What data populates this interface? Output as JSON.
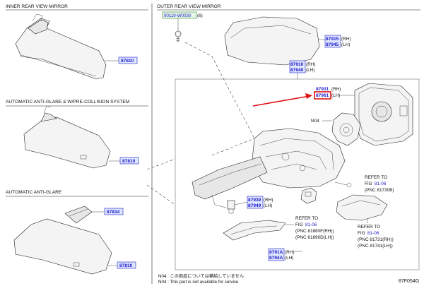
{
  "sections": {
    "inner": "INNER REAR VIEW MIRROR",
    "outer": "OUTER REAR VIEW MIRROR",
    "anti_glare_pcs": "AUTOMATIC ANTI-GLARE & W/PRE-COLLISION SYSTEM",
    "anti_glare": "AUTOMATIC ANTI-GLARE"
  },
  "parts": {
    "p87810_a": "87810",
    "p87810_b": "87810",
    "p87810_c": "87810",
    "p87834": "87834",
    "p90119": "90119-W0030",
    "p90119_suffix": "(6)",
    "p87915": "87915",
    "p87915_s": "(RH)",
    "p87945": "87945",
    "p87945_s": "(LH)",
    "p87910": "87910",
    "p87910_s": "(RH)",
    "p87940": "87940",
    "p87940_s": "(LH)",
    "p87931": "87931",
    "p87931_s": "(RH)",
    "p87961": "87961",
    "p87961_s": "(LH)",
    "p87939": "87939",
    "p87939_s": "(RH)",
    "p87949": "87949",
    "p87949_s": "(LH)",
    "p8791a": "8791A",
    "p8791a_s": "(RH)",
    "p8794a": "8794A",
    "p8794a_s": "(LH)",
    "n04": "N04"
  },
  "refs": [
    {
      "line1": "REFER TO",
      "fig_prefix": "FIG ",
      "fig": "81-06",
      "pnc1": "(PNC 81730B)",
      "pnc2": ""
    },
    {
      "line1": "REFER TO",
      "fig_prefix": "FIG ",
      "fig": "81-06",
      "pnc1": "(PNC 81880F(RH))",
      "pnc2": "(PNC 81890D(LH))"
    },
    {
      "line1": "REFER TO",
      "fig_prefix": "FIG ",
      "fig": "81-06",
      "pnc1": "(PNC 81731(RH))",
      "pnc2": "(PNC 81741(LH))"
    }
  ],
  "notes": {
    "line1": "N04 : この部品については補給していません",
    "line2": "N04 : This part is not available for service"
  },
  "diagram_id": "87F054G",
  "colors": {
    "highlight": "#e01010",
    "partnum": "#1a1ac8",
    "partnum_bg": "#dfe6ff"
  }
}
